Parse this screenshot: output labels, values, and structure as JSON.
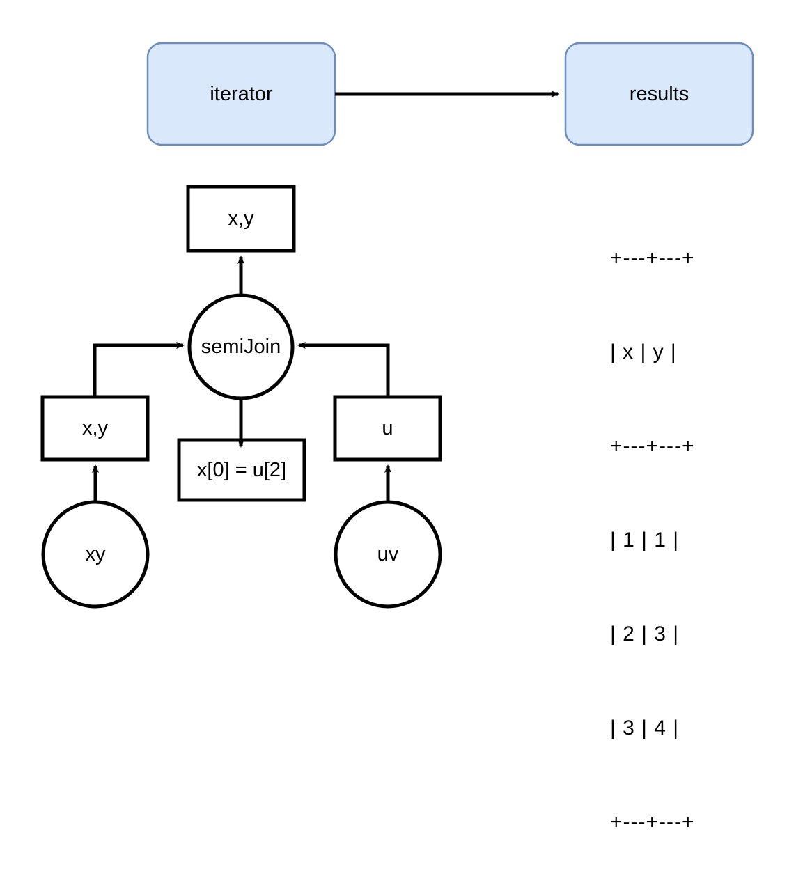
{
  "diagram": {
    "title": "semiJoin query plan diagram",
    "colors": {
      "box_fill": "#dae8fc",
      "box_stroke": "#6c8ebf",
      "edge": "#000000",
      "shape_stroke": "#000000",
      "background": "#ffffff"
    },
    "top_flow": {
      "source_label": "iterator",
      "target_label": "results",
      "edge_label": ""
    },
    "plan": {
      "output_box_label": "x,y",
      "operator_label": "semiJoin",
      "condition_label": "x[0] = u[2]",
      "left_projection_label": "x,y",
      "right_projection_label": "u",
      "left_source_label": "xy",
      "right_source_label": "uv"
    },
    "results_table": {
      "type": "table",
      "columns": [
        "x",
        "y"
      ],
      "rows": [
        [
          "1",
          "1"
        ],
        [
          "2",
          "3"
        ],
        [
          "3",
          "4"
        ]
      ],
      "lines": [
        "+---+---+",
        "| x | y |",
        "+---+---+",
        "| 1 | 1 |",
        "| 2 | 3 |",
        "| 3 | 4 |",
        "+---+---+"
      ]
    }
  }
}
